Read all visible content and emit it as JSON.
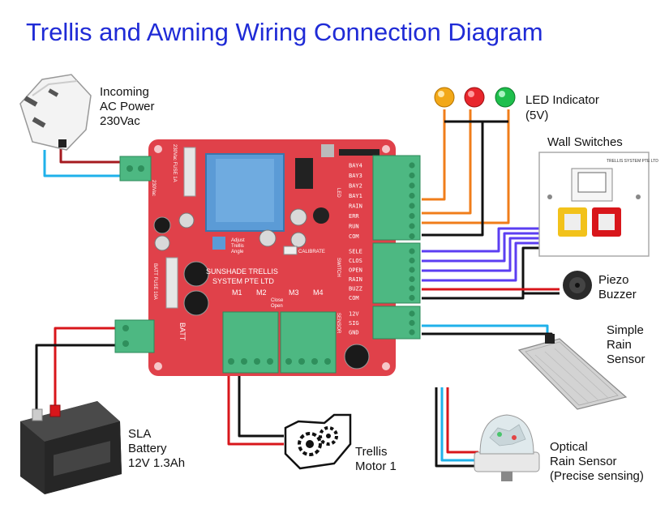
{
  "title": "Trellis and Awning Wiring Connection Diagram",
  "labels": {
    "ac_power": [
      "Incoming",
      "AC Power",
      "230Vac"
    ],
    "led": [
      "LED Indicator",
      "(5V)"
    ],
    "wall_switches": [
      "Wall Switches"
    ],
    "piezo": [
      "Piezo",
      "Buzzer"
    ],
    "rain_sensor": [
      "Simple",
      "Rain",
      "Sensor"
    ],
    "optical": [
      "Optical",
      "Rain Sensor",
      "(Precise sensing)"
    ],
    "motor": [
      "Trellis",
      "Motor 1"
    ],
    "battery": [
      "SLA",
      "Battery",
      "12V 1.3Ah"
    ]
  },
  "board": {
    "name_lines": [
      "SUNSHADE TRELLIS",
      "SYSTEM PTE LTD"
    ],
    "calibrate": "CALIBRATE",
    "adjust": [
      "Adjust",
      "Trellis",
      "Angle"
    ],
    "fuse_ac": "230Vac FUSE 1A",
    "fuse_batt": "BATT FUSE 10A",
    "batt_label": "BATT",
    "ac_side": "230Vac",
    "motor_labels": [
      "M1",
      "M2",
      "M3",
      "M4"
    ],
    "close_open": [
      "Close",
      "Open"
    ],
    "top_pins": [
      "BAY4",
      "BAY3",
      "BAY2",
      "BAY1",
      "RAIN",
      "ERR",
      "RUN",
      "COM"
    ],
    "mid_pins": [
      "SELE",
      "CLOS",
      "OPEN",
      "RAIN",
      "BUZZ",
      "COM"
    ],
    "low_pins": [
      "12V",
      "SIG",
      "GND"
    ],
    "block_names": [
      "LED",
      "SWITCH",
      "SENSOR"
    ]
  },
  "switch_plate": "TRELLIS SYSTEM PTE LTD",
  "colors": {
    "title": "#1f2bd6",
    "pcb": "#e0414a",
    "terminal": "#4db882",
    "wire_red": "#d8161b",
    "wire_black": "#111111",
    "wire_blue": "#1fb1ea",
    "wire_orange": "#f07d1a",
    "wire_purple": "#5b3ef2",
    "led_yellow": "#f2a818",
    "led_red": "#e8262c",
    "led_green": "#1fbf4c"
  }
}
